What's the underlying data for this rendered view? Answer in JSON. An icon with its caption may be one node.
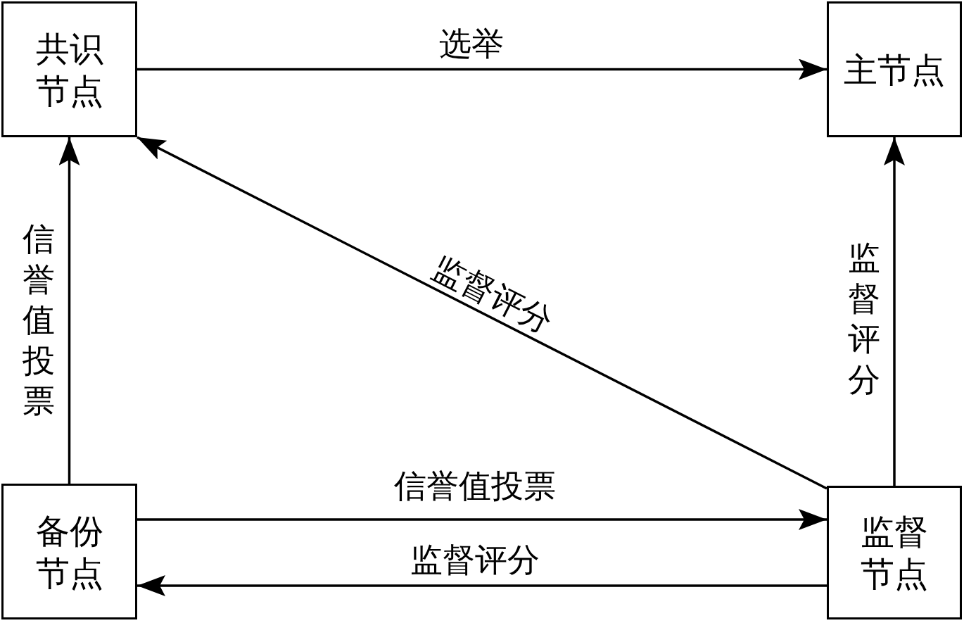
{
  "diagram": {
    "nodes": [
      {
        "text": [
          "共识节点"
        ]
      },
      {
        "text": [
          "主节点"
        ]
      },
      {
        "text": [
          "备份节点"
        ]
      },
      {
        "text": [
          "监督节点"
        ]
      }
    ],
    "edges": [
      {
        "from": 0,
        "to": 1,
        "arrow": "to",
        "label": "选举"
      },
      {
        "from": 2,
        "to": 0,
        "arrow": "to",
        "label": "信誉值投票"
      },
      {
        "from": 3,
        "to": 0,
        "arrow": "to",
        "label": "监督评分"
      },
      {
        "from": 3,
        "to": 1,
        "arrow": "to",
        "label": "监督评分"
      },
      {
        "from": 2,
        "to": 3,
        "arrow": "to",
        "label": "信誉值投票"
      },
      {
        "from": 3,
        "to": 2,
        "arrow": "to",
        "label": "监督评分"
      }
    ]
  }
}
